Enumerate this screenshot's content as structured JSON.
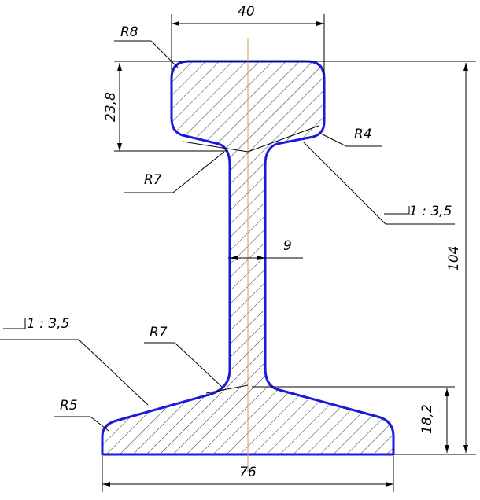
{
  "drawing": {
    "dimensions": {
      "head_width": "40",
      "head_height": "23,8",
      "total_height": "104",
      "web_thickness": "9",
      "base_height": "18,2",
      "base_width": "76"
    },
    "radii": {
      "head_top": "R8",
      "head_bottom": "R4",
      "web_top": "R7",
      "web_bottom": "R7",
      "base_edge": "R5"
    },
    "slopes": {
      "head_slope": "1 : 3,5",
      "base_slope": "1 : 3,5"
    },
    "colors": {
      "outline": "#1a1adb",
      "centerline": "#c8a060",
      "dimension_lines": "#000000"
    }
  }
}
